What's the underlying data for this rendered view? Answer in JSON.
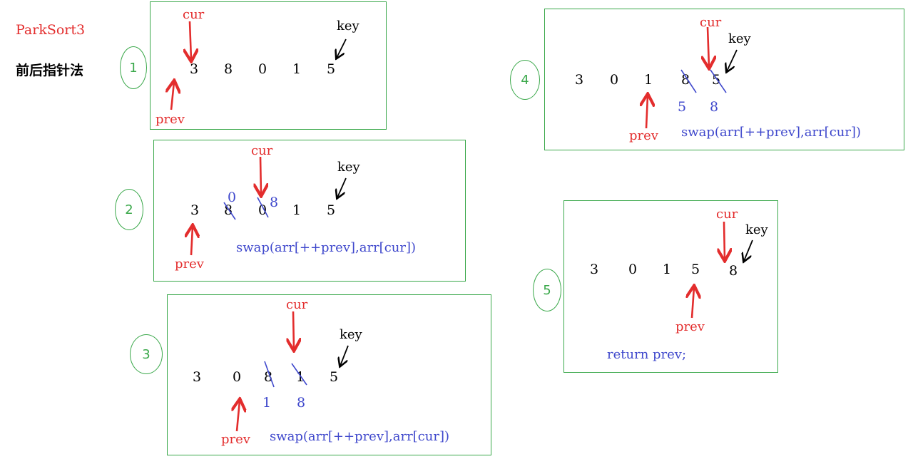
{
  "title": "ParkSort3",
  "subtitle": "前后指针法",
  "labels": {
    "cur": "cur",
    "prev": "prev",
    "key": "key"
  },
  "colors": {
    "green": "#3aa84a",
    "red": "#e32d2d",
    "blue": "#3f48cc",
    "black": "#000000"
  },
  "steps": [
    {
      "number": "1",
      "values": [
        "3",
        "8",
        "0",
        "1",
        "5"
      ]
    },
    {
      "number": "2",
      "values": [
        "3",
        "8",
        "0",
        "1",
        "5"
      ],
      "annotations": [
        "0",
        "8"
      ],
      "code": "swap(arr[++prev],arr[cur])"
    },
    {
      "number": "3",
      "values": [
        "3",
        "0",
        "8",
        "1",
        "5"
      ],
      "annotations": [
        "1",
        "8"
      ],
      "code": "swap(arr[++prev],arr[cur])"
    },
    {
      "number": "4",
      "values": [
        "3",
        "0",
        "1",
        "8",
        "5"
      ],
      "annotations": [
        "5",
        "8"
      ],
      "code": "swap(arr[++prev],arr[cur])"
    },
    {
      "number": "5",
      "values": [
        "3",
        "0",
        "1",
        "5",
        "8"
      ],
      "code": "return prev;"
    }
  ]
}
